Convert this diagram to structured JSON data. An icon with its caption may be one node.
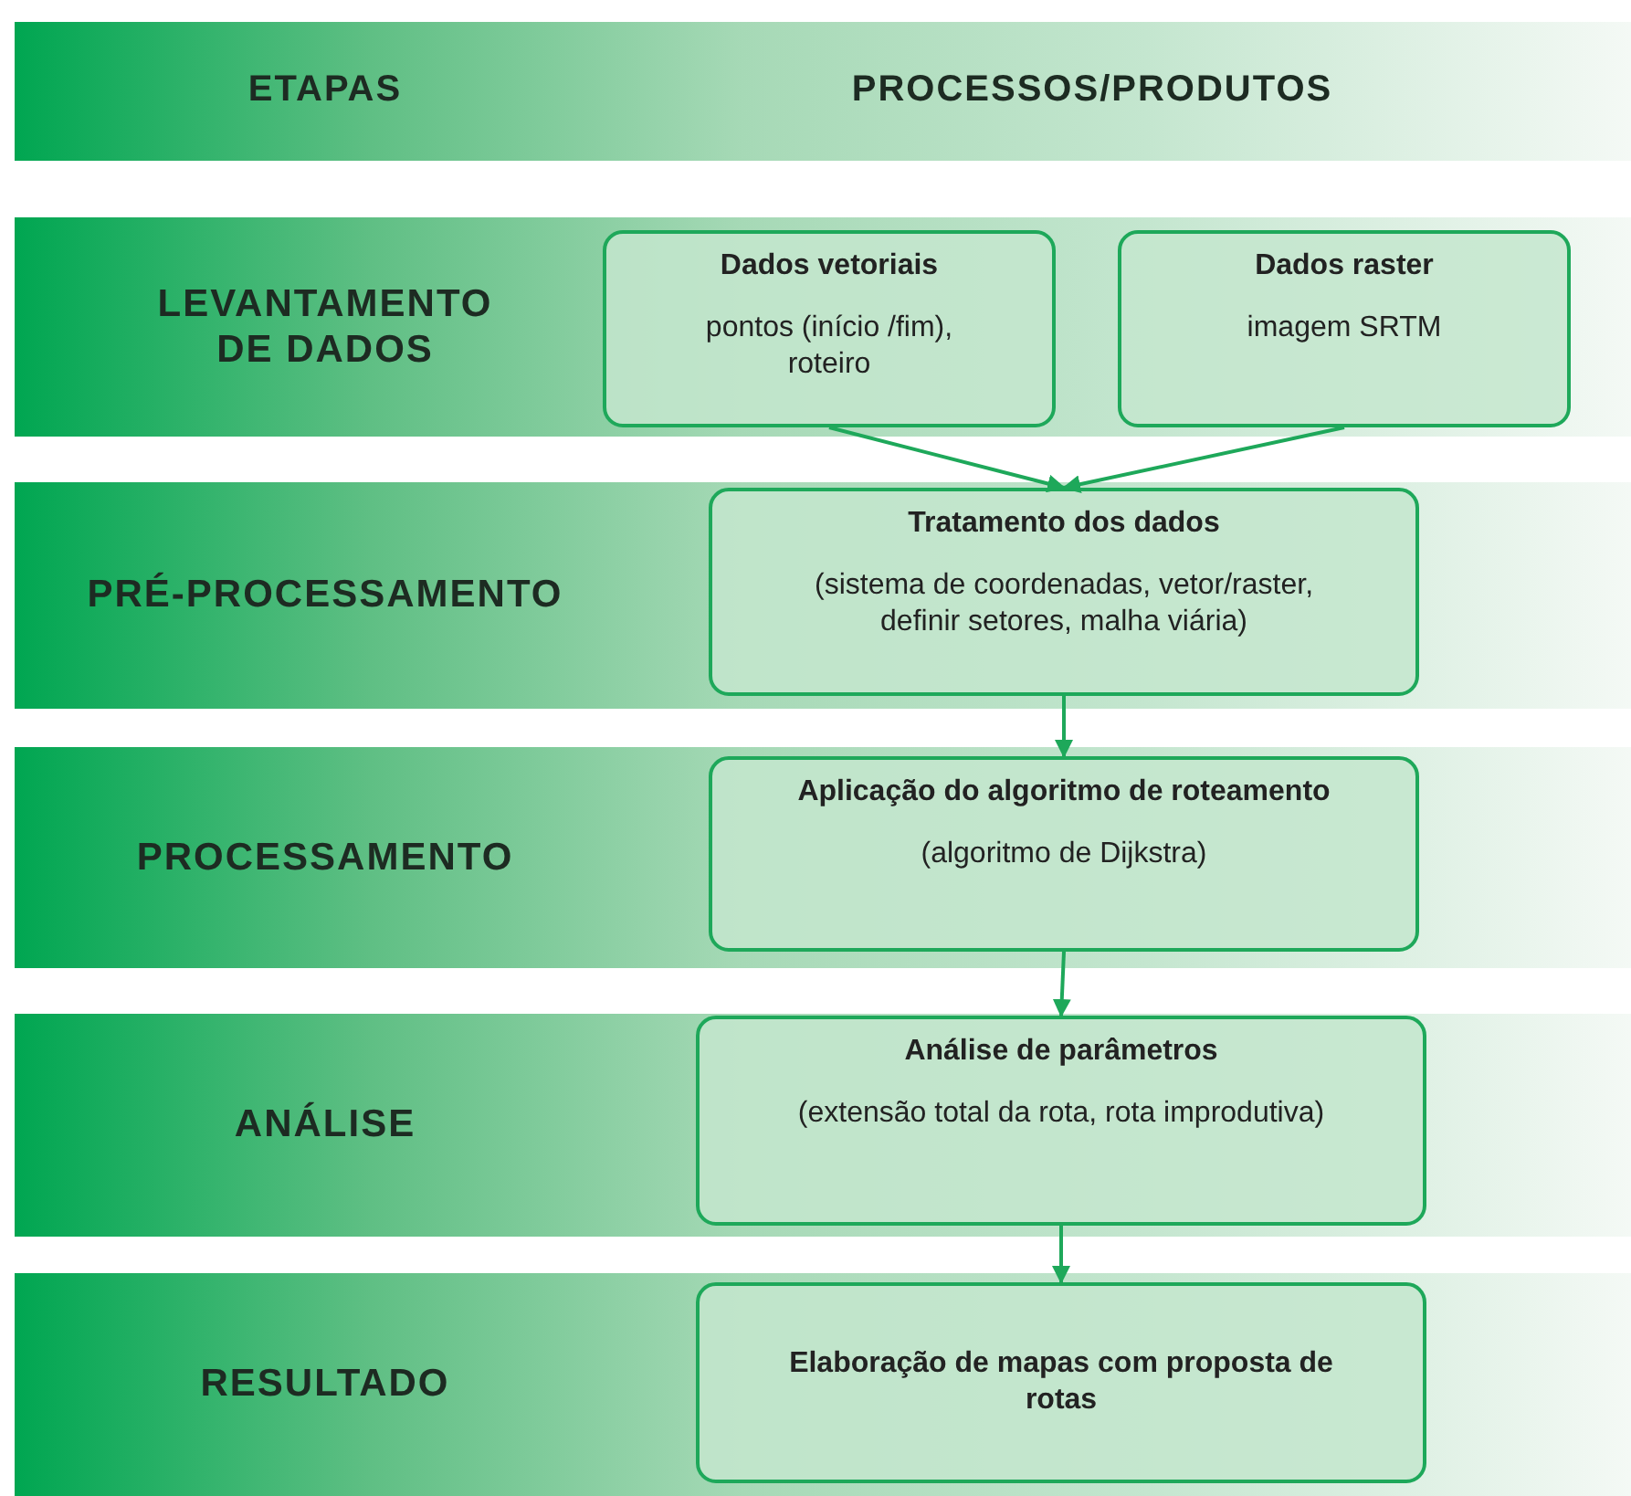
{
  "diagram": {
    "nodes": [
      {
        "text": [
          "ETAPAS",
          "PROCESSOS/PRODUTOS"
        ]
      },
      {
        "text": [
          "LEVANTAMENTO DE DADOS"
        ]
      },
      {
        "text": [
          "Dados vetoriais",
          "pontos (início /fim), roteiro"
        ],
        "in": 1
      },
      {
        "text": [
          "Dados raster",
          "imagem SRTM"
        ],
        "in": 1
      },
      {
        "text": [
          "PRÉ-PROCESSAMENTO"
        ]
      },
      {
        "text": [
          "Tratamento dos dados",
          "(sistema de coordenadas, vetor/raster, definir setores, malha viária)"
        ],
        "in": 4
      },
      {
        "text": [
          "PROCESSAMENTO"
        ]
      },
      {
        "text": [
          "Aplicação do algoritmo de roteamento",
          "(algoritmo de Dijkstra)"
        ],
        "in": 6
      },
      {
        "text": [
          "ANÁLISE"
        ]
      },
      {
        "text": [
          "Análise de parâmetros",
          "(extensão total da rota, rota improdutiva)"
        ],
        "in": 8
      },
      {
        "text": [
          "RESULTADO"
        ]
      },
      {
        "text": [
          "Elaboração de mapas com proposta de rotas"
        ],
        "in": 10
      }
    ],
    "edges": [
      {
        "from": 2,
        "to": 5,
        "arrow": "to"
      },
      {
        "from": 3,
        "to": 5,
        "arrow": "to"
      },
      {
        "from": 5,
        "to": 7,
        "arrow": "to"
      },
      {
        "from": 7,
        "to": 9,
        "arrow": "to"
      },
      {
        "from": 9,
        "to": 11,
        "arrow": "to"
      }
    ]
  }
}
